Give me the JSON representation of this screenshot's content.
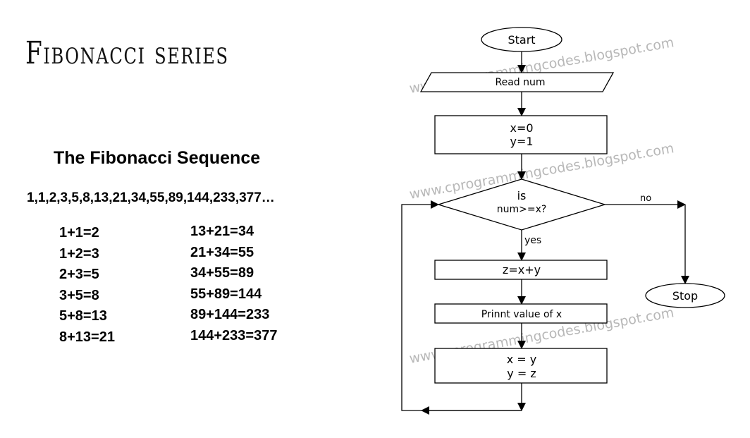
{
  "title": "Fibonacci series",
  "sequence": {
    "heading": "The Fibonacci Sequence",
    "terms": "1,1,2,3,5,8,13,21,34,55,89,144,233,377…",
    "sums_left": [
      "1+1=2",
      "1+2=3",
      "2+3=5",
      "3+5=8",
      "5+8=13",
      "8+13=21"
    ],
    "sums_right": [
      "13+21=34",
      "21+34=55",
      "34+55=89",
      "55+89=144",
      "89+144=233",
      "144+233=377"
    ]
  },
  "flowchart": {
    "start": "Start",
    "read": "Read num",
    "init_x": "x=0",
    "init_y": "y=1",
    "decision_line1": "is",
    "decision_line2": "num>=x?",
    "yes_label": "yes",
    "no_label": "no",
    "compute": "z=x+y",
    "print": "Prinnt value of x",
    "assign_x": "x = y",
    "assign_y": "y = z",
    "stop": "Stop"
  },
  "watermark": "www.cprogrammingcodes.blogspot.com"
}
